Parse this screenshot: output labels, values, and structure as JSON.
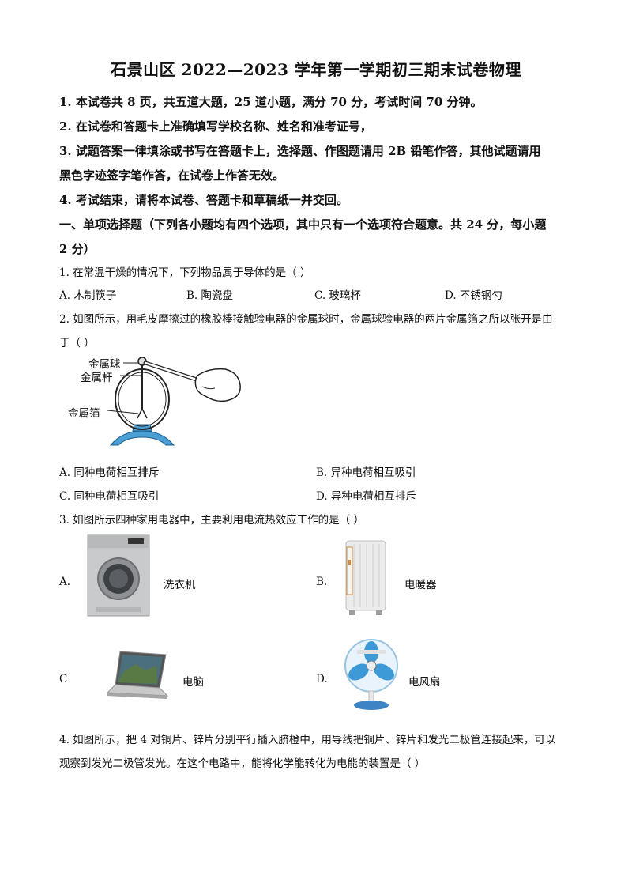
{
  "title": "石景山区 2022—2023 学年第一学期初三期末试卷物理",
  "notes": [
    "1.  本试卷共 8 页，共五道大题，25 道小题，满分 70 分，考试时间 70 分钟。",
    "2.  在试卷和答题卡上准确填写学校名称、姓名和准考证号，",
    "3.  试题答案一律填涂或书写在答题卡上，选择题、作图题请用 2B 铅笔作答，其他试题请用",
    "黑色字迹签字笔作答，在试卷上作答无效。",
    "4.  考试结束，请将本试卷、答题卡和草稿纸一并交回。"
  ],
  "section1": {
    "line1": "一、单项选择题（下列各小题均有四个选项，其中只有一个选项符合题意。共 24 分，每小题",
    "line2": "2 分）"
  },
  "q1": {
    "stem": "1.  在常温干燥的情况下，下列物品属于导体的是（       ）",
    "options": [
      "A.  木制筷子",
      "B.  陶瓷盘",
      "C.  玻璃杯",
      "D.  不锈钢勺"
    ]
  },
  "q2": {
    "stem_line1": "2.  如图所示，用毛皮摩擦过的橡胶棒接触验电器的金属球时，金属球验电器的两片金属箔之所以张开是由",
    "stem_line2": "于（       ）",
    "figure_labels": [
      "金属球",
      "金属杆",
      "金属箔"
    ],
    "options": [
      "A.  同种电荷相互排斥",
      "B.  异种电荷相互吸引",
      "C.  同种电荷相互吸引",
      "D.  异种电荷相互排斥"
    ]
  },
  "q3": {
    "stem": "3.  如图所示四种家用电器中，主要利用电流热效应工作的是（       ）",
    "options": [
      {
        "letter": "A.",
        "name": "洗衣机"
      },
      {
        "letter": "B.",
        "name": "电暖器"
      },
      {
        "letter": "C",
        "name": "电脑"
      },
      {
        "letter": "D.",
        "name": "电风扇"
      }
    ]
  },
  "q4": {
    "stem_line1": "4.  如图所示，把 4 对铜片、锌片分别平行插入脐橙中，用导线把铜片、锌片和发光二极管连接起来，可以",
    "stem_line2": "观察到发光二极管发光。在这个电路中，能将化学能转化为电能的装置是（       ）"
  }
}
